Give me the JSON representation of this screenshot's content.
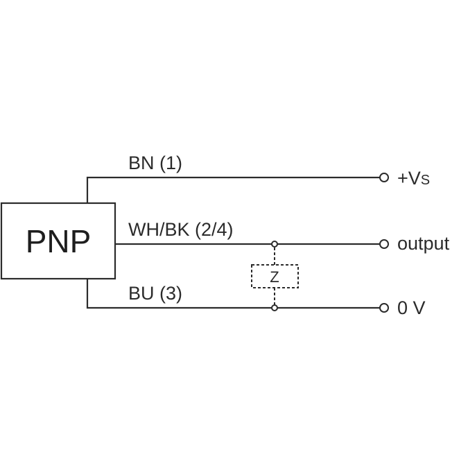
{
  "diagram": {
    "type": "wiring-diagram",
    "device": {
      "label": "PNP"
    },
    "wires": [
      {
        "id": "bn",
        "label": "BN (1)",
        "terminal": {
          "label_main": "+V",
          "label_sub": "S"
        }
      },
      {
        "id": "wh-bk",
        "label": "WH/BK (2/4)",
        "terminal": {
          "label_main": "output",
          "label_sub": ""
        }
      },
      {
        "id": "bu",
        "label": "BU (3)",
        "terminal": {
          "label_main": "0 V",
          "label_sub": ""
        }
      }
    ],
    "load": {
      "label": "Z",
      "connects": [
        "wh-bk",
        "bu"
      ],
      "style": "dashed"
    }
  }
}
